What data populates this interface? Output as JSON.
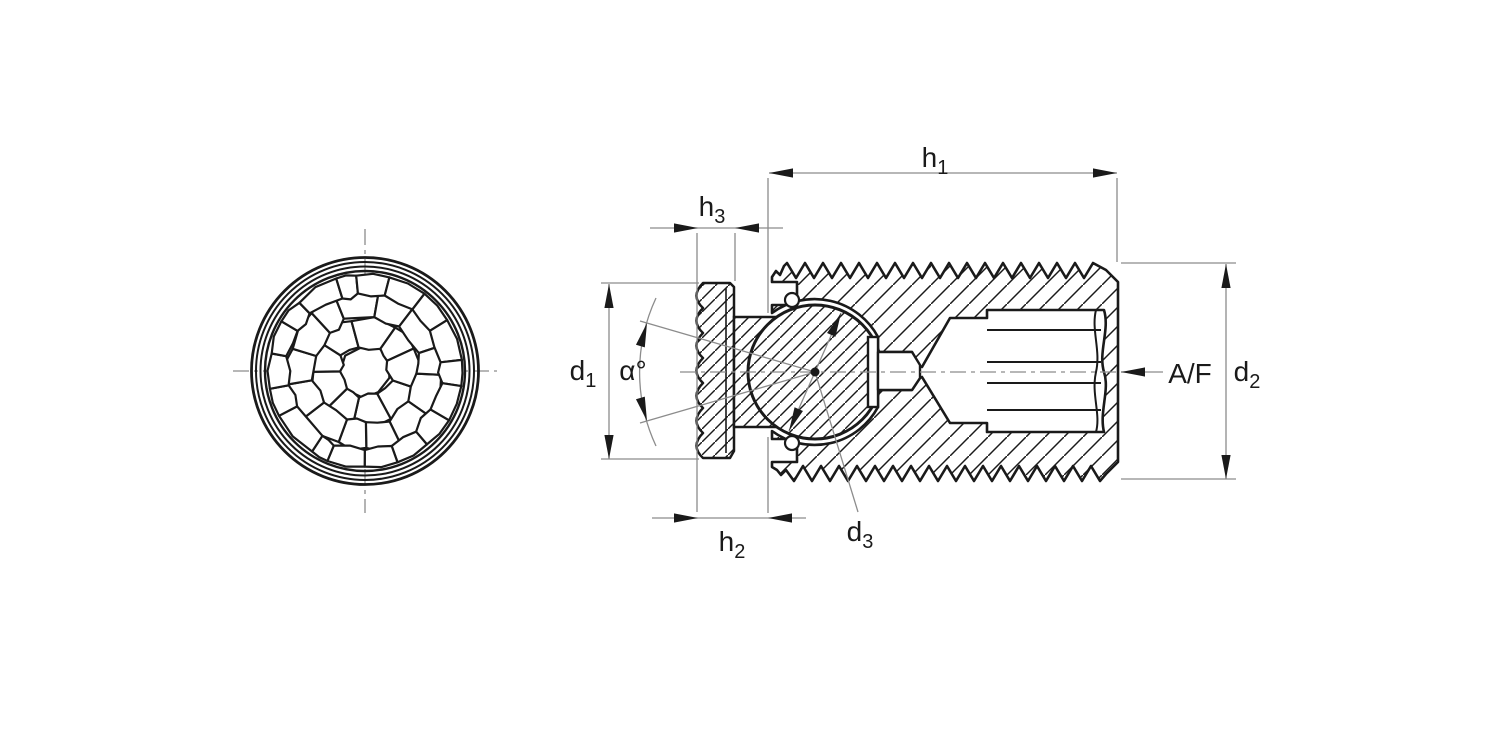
{
  "diagram": {
    "title": "ball-jointed thrust pad screw sectional drawing",
    "labels": {
      "h1": {
        "base": "h",
        "sub": "1"
      },
      "h2": {
        "base": "h",
        "sub": "2"
      },
      "h3": {
        "base": "h",
        "sub": "3"
      },
      "d1": {
        "base": "d",
        "sub": "1"
      },
      "d2": {
        "base": "d",
        "sub": "2"
      },
      "d3": {
        "base": "d",
        "sub": "3"
      },
      "alpha": "α°",
      "af": "A/F"
    },
    "colors": {
      "ink": "#1a1a1a",
      "thin_line": "#8c8c8c",
      "background": "#ffffff"
    }
  }
}
